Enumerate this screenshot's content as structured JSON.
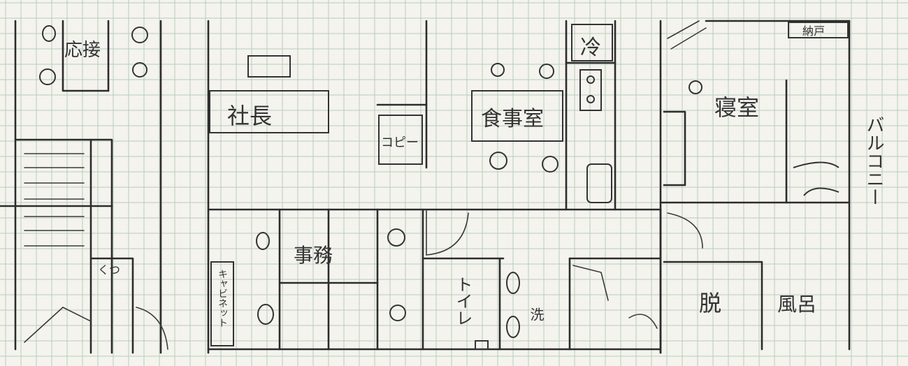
{
  "rooms": {
    "reception": "応接",
    "president": "社長",
    "copy": "コピー",
    "dining": "食事室",
    "fridge": "冷",
    "bedroom": "寝室",
    "closet": "納戸",
    "balcony": "バルコニー",
    "office": "事務",
    "cabinet": "キャビネット",
    "toilet": "トイレ",
    "washbasin": "洗",
    "shoe": "くつ",
    "changing": "脱",
    "bath": "風呂"
  },
  "colors": {
    "paper": "#f4f3ee",
    "grid": "#b9cdb9",
    "pencil": "#2c2c2c"
  }
}
